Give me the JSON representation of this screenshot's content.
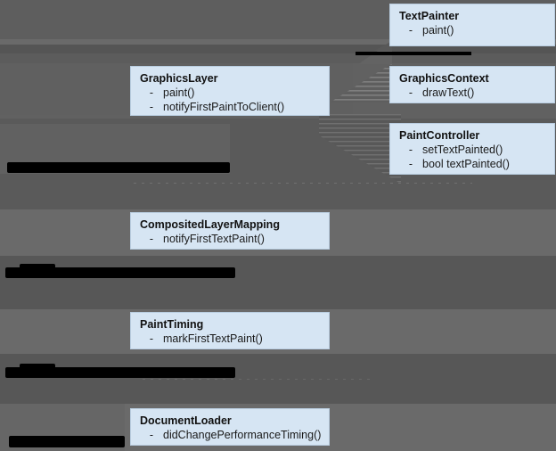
{
  "diagram": {
    "kind": "uml-class-diagram",
    "background_color": "#5b5b5b",
    "node_fill_color": "#d6e5f3",
    "node_border_color": "#b9cde0",
    "text_color": "#111111",
    "redaction_color": "#000000",
    "visibility_marker": "-",
    "nodes": [
      {
        "id": "text-painter",
        "title": "TextPainter",
        "members": [
          {
            "vis": "-",
            "sig": "paint()"
          }
        ]
      },
      {
        "id": "graphics-layer",
        "title": "GraphicsLayer",
        "members": [
          {
            "vis": "-",
            "sig": "paint()"
          },
          {
            "vis": "-",
            "sig": "notifyFirstPaintToClient()"
          }
        ]
      },
      {
        "id": "graphics-context",
        "title": "GraphicsContext",
        "members": [
          {
            "vis": "-",
            "sig": "drawText()"
          }
        ]
      },
      {
        "id": "paint-controller",
        "title": "PaintController",
        "members": [
          {
            "vis": "-",
            "sig": "setTextPainted()"
          },
          {
            "vis": "-",
            "sig": "bool textPainted()"
          }
        ]
      },
      {
        "id": "composited-layer-mapping",
        "title": "CompositedLayerMapping",
        "members": [
          {
            "vis": "-",
            "sig": "notifyFirstTextPaint()"
          }
        ]
      },
      {
        "id": "paint-timing",
        "title": "PaintTiming",
        "members": [
          {
            "vis": "-",
            "sig": "markFirstTextPaint()"
          }
        ]
      },
      {
        "id": "document-loader",
        "title": "DocumentLoader",
        "members": [
          {
            "vis": "-",
            "sig": "didChangePerformanceTiming()"
          }
        ]
      }
    ]
  }
}
